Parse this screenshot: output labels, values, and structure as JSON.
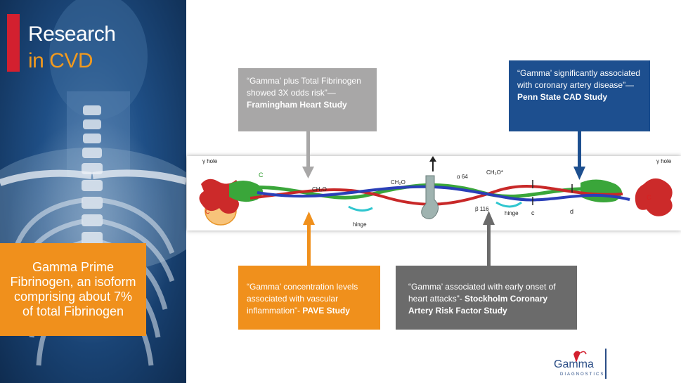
{
  "title": {
    "line1": "Research",
    "line2": "in CVD"
  },
  "left_box": {
    "text": "Gamma Prime Fibrinogen, an isoform comprising about 7% of total Fibrinogen"
  },
  "callouts": {
    "framingham": {
      "text": "“Gamma’ plus Total Fibrinogen showed 3X odds risk”—",
      "bold": "Framingham Heart Study"
    },
    "penn_state": {
      "text": "“Gamma’ significantly associated with coronary artery disease”—",
      "bold": "Penn  State CAD Study"
    },
    "pave": {
      "text": "“Gamma’ concentration levels associated with vascular inflammation”-",
      "bold": "PAVE Study"
    },
    "stockholm": {
      "text": "“Gamma’ associated with early onset of heart attacks”-",
      "bold": "Stockholm Coronary Artery Risk Factor Study"
    }
  },
  "diagram_labels": {
    "gamma_hole_left": "γ hole",
    "gamma_hole_right": "γ hole",
    "ch2o_1": "CH₂O",
    "ch2o_2": "CH₂O",
    "ch2o_3": "CH₂O*",
    "alpha64": "α 64",
    "beta116": "β 116",
    "hinge_1": "hinge",
    "hinge_2": "hinge",
    "c_label": "c",
    "d_label": "d",
    "c_left_1": "C",
    "c_left_2": "C",
    "c_right": "C"
  },
  "logo": {
    "word": "Gamma",
    "sub": "DIAGNOSTICS"
  },
  "colors": {
    "orange": "#f0901c",
    "blue": "#1d4f8f",
    "gray": "#a8a7a7",
    "dark_gray": "#6b6b6b",
    "red": "#d3202f"
  }
}
